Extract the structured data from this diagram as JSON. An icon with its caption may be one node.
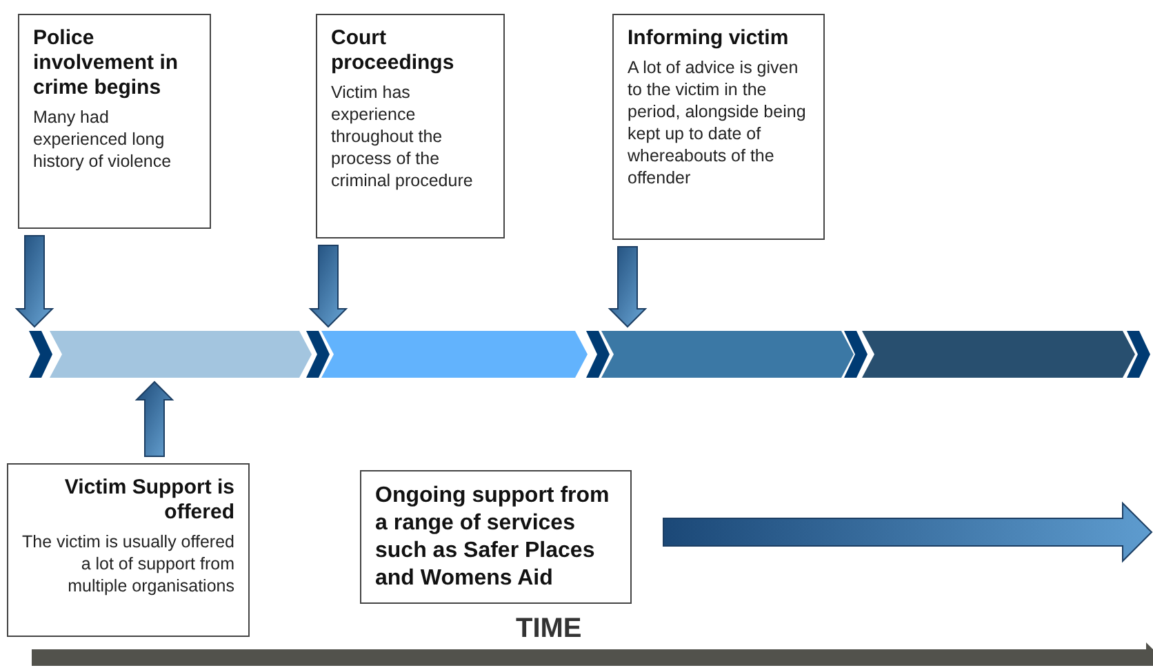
{
  "diagram": {
    "nodes": [
      {
        "text": [
          "Police involvement in crime begins",
          "Many had experienced long history of violence"
        ]
      },
      {
        "text": [
          "Court proceedings",
          "Victim has experience throughout the process of the criminal procedure"
        ]
      },
      {
        "text": [
          "Informing victim",
          "A lot of advice is given to the victim in the period, alongside being kept up to date of whereabouts of the offender"
        ]
      },
      {
        "text": [
          "Victim Support is offered",
          "The victim is usually offered a lot of support from multiple organisations"
        ]
      },
      {
        "text": [
          "Ongoing support from a range of services such as Safer Places and Womens Aid"
        ]
      },
      {
        "text": [],
        "shape": "bar"
      },
      {
        "text": [],
        "shape": "bar"
      },
      {
        "text": [],
        "shape": "bar"
      },
      {
        "text": [],
        "shape": "bar"
      }
    ],
    "edges": [
      {
        "from": 0,
        "to": 5,
        "arrow": "to",
        "style": "thick"
      },
      {
        "from": 1,
        "to": 6,
        "arrow": "to",
        "style": "thick"
      },
      {
        "from": 2,
        "to": 7,
        "arrow": "to",
        "style": "thick"
      },
      {
        "from": 3,
        "to": 5,
        "arrow": "to",
        "style": "thick"
      }
    ],
    "labels": [
      "TIME"
    ]
  }
}
